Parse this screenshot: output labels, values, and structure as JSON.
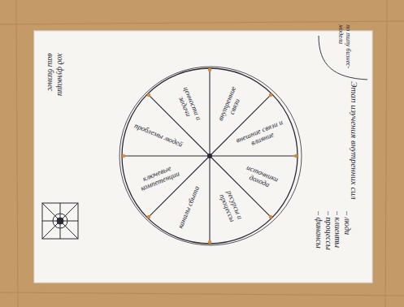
{
  "diagram": {
    "title": "Этап изучения внутренних сил",
    "nodes": [
      {
        "text": [
          "внутренние связи"
        ]
      },
      {
        "text": [
          "внешние связи и влияние"
        ]
      },
      {
        "text": [
          "источники дохода"
        ]
      },
      {
        "text": [
          "ресурсы и процессы"
        ]
      },
      {
        "text": [
          "каналы сбыта"
        ]
      },
      {
        "text": [
          "ключевые компетенции"
        ]
      },
      {
        "text": [
          "проблемы людей"
        ]
      },
      {
        "text": [
          "ценности и задачи"
        ]
      }
    ],
    "labels": [
      "по типу бизнес-модели",
      "– люди",
      "– клиенты",
      "– процессы",
      "– финансы",
      "ход функции",
      "ваш бизнес"
    ]
  }
}
